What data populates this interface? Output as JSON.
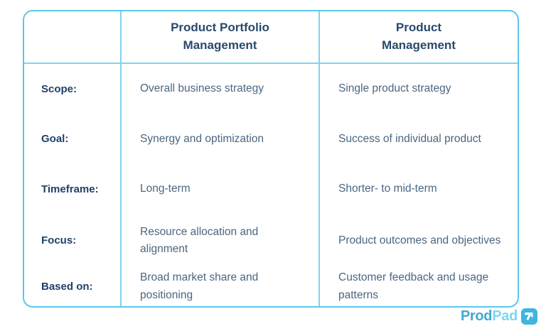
{
  "table": {
    "columns": [
      {
        "key": "label",
        "header_lines": []
      },
      {
        "key": "ppm",
        "header_lines": [
          "Product Portfolio",
          "Management"
        ]
      },
      {
        "key": "pm",
        "header_lines": [
          "Product",
          "Management"
        ]
      }
    ],
    "rows": [
      {
        "label": "Scope:",
        "ppm": "Overall business strategy",
        "pm": "Single product strategy"
      },
      {
        "label": "Goal:",
        "ppm": "Synergy and optimization",
        "pm": "Success of individual product"
      },
      {
        "label": "Timeframe:",
        "ppm": "Long-term",
        "pm": "Shorter- to mid-term"
      },
      {
        "label": "Focus:",
        "ppm": "Resource allocation and alignment",
        "pm": "Product outcomes and objectives"
      },
      {
        "label": "Based on:",
        "ppm": "Broad market share and positioning",
        "pm": "Customer feedback and usage patterns"
      }
    ]
  },
  "brand": {
    "name_part_1": "Prod",
    "name_part_2": "Pad",
    "icon": "prodpad-arrow-icon"
  },
  "colors": {
    "border": "#5cc6e8",
    "divider": "#7fd3ee",
    "header_text": "#27496d",
    "label_text": "#1f4068",
    "body_text": "#4a6680",
    "brand_prod": "#3fa9d4",
    "brand_pad": "#7fd6ee",
    "brand_mark_bg": "#3fb6dd",
    "background": "#ffffff"
  }
}
